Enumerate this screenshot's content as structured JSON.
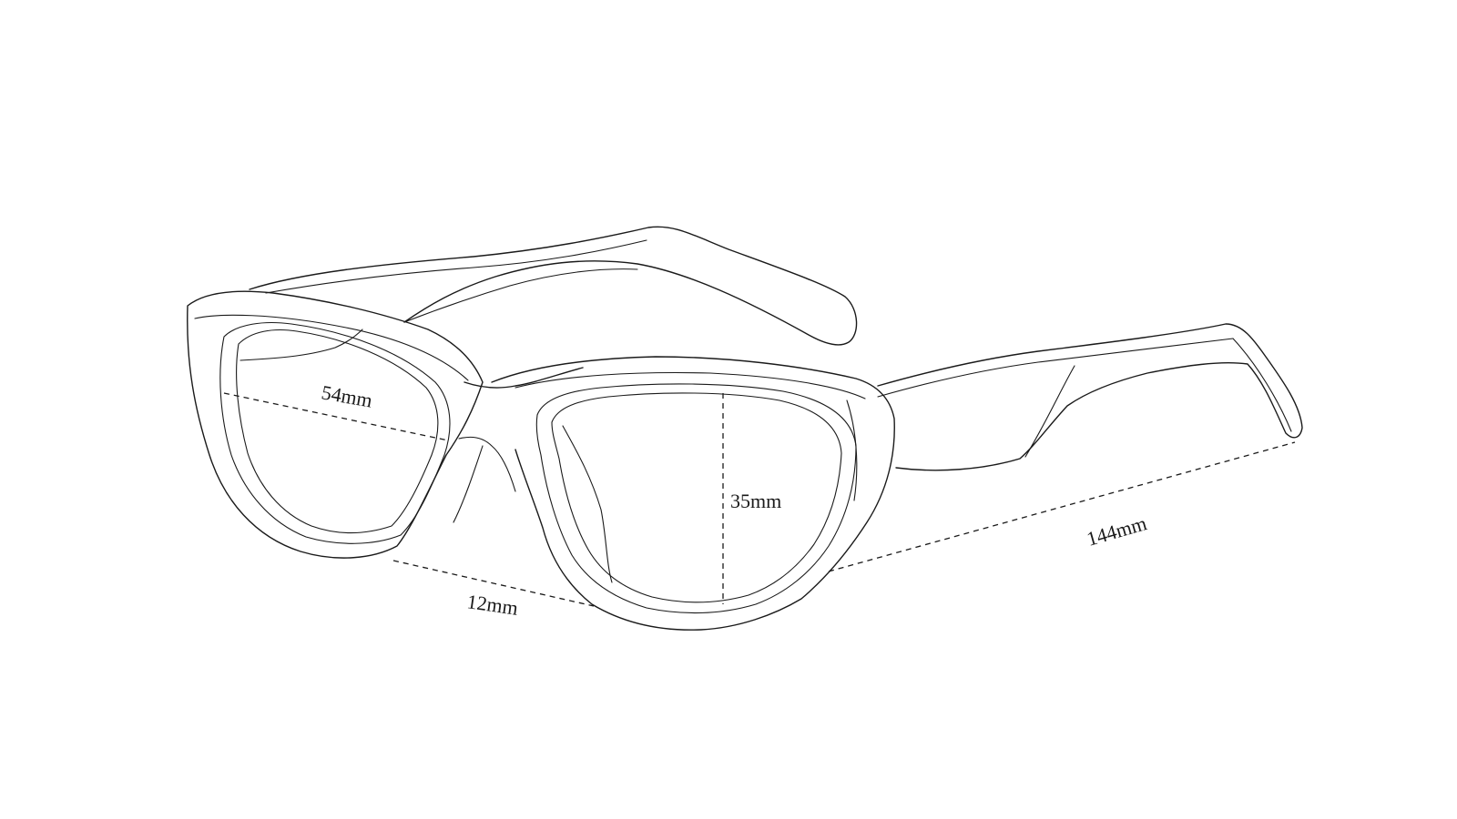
{
  "diagram": {
    "dimensions": {
      "lens_width": {
        "value": 54,
        "unit": "mm",
        "label": "54mm"
      },
      "bridge_width": {
        "value": 12,
        "unit": "mm",
        "label": "12mm"
      },
      "lens_height": {
        "value": 35,
        "unit": "mm",
        "label": "35mm"
      },
      "temple_length": {
        "value": 144,
        "unit": "mm",
        "label": "144mm"
      }
    },
    "colors": {
      "line": "#1a1a1a",
      "background": "#ffffff"
    }
  }
}
